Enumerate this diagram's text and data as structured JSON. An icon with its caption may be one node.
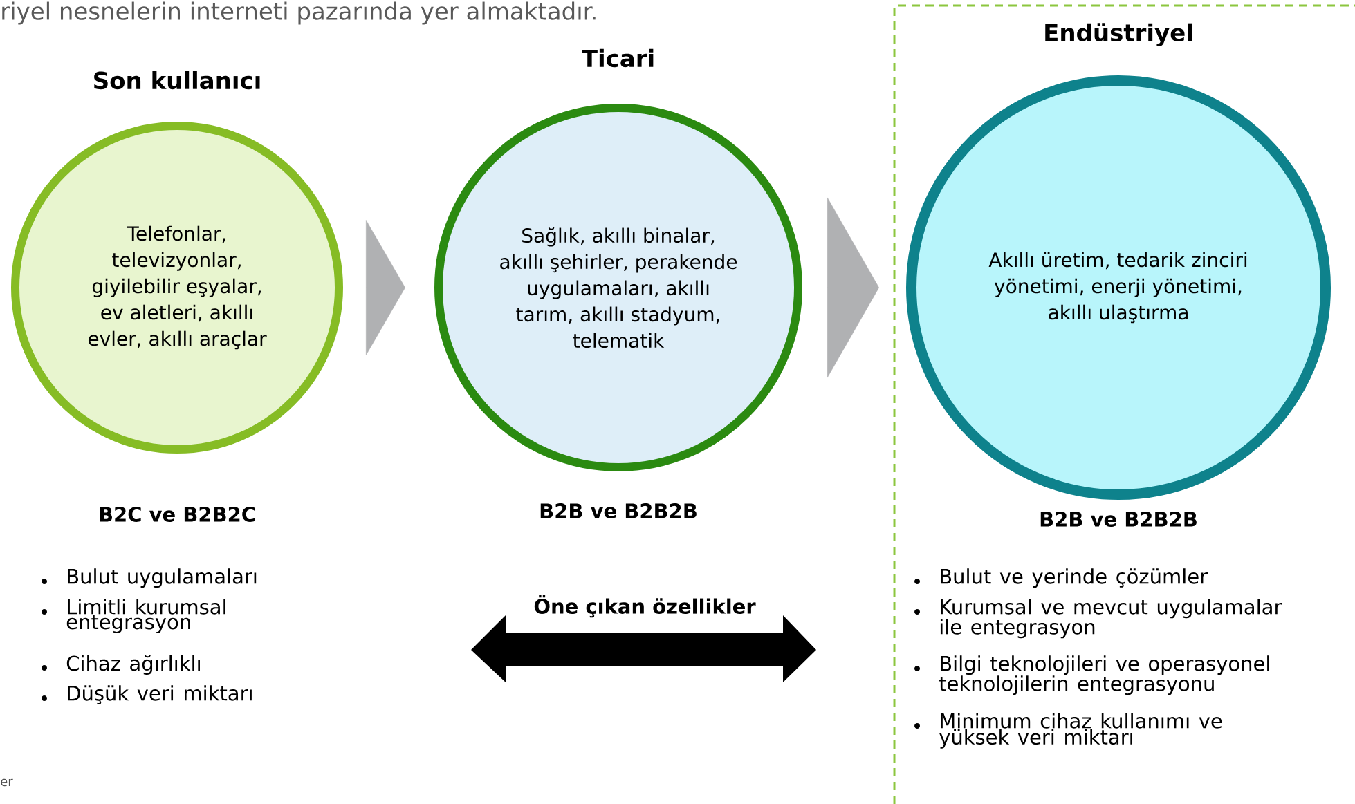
{
  "diagram": {
    "nodes": [
      {
        "text": [
          "Son kullanıcı",
          "Telefonlar, televizyonlar, giyilebilir eşyalar, ev aletleri, akıllı evler, akıllı araçlar"
        ],
        "beside": [
          "B2C ve B2B2C"
        ]
      },
      {
        "text": [
          "Ticari",
          "Sağlık, akıllı binalar, akıllı şehirler, perakende uygulamaları, akıllı tarım, akıllı stadyum, telematik"
        ],
        "beside": [
          "B2B ve B2B2B"
        ]
      },
      {
        "text": [
          "Endüstriyel",
          "Akıllı üretim, tedarik zinciri yönetimi, enerji yönetimi, akıllı ulaştırma"
        ],
        "beside": [
          "B2B ve B2B2B"
        ]
      }
    ],
    "edges": [
      {
        "from": 0,
        "to": 1,
        "arrow": "to"
      },
      {
        "from": 1,
        "to": 2,
        "arrow": "to"
      }
    ],
    "labels": [
      "riyel nesnelerin interneti pazarında yer almaktadır.",
      "Bulut uygulamaları",
      "Limitli kurumsal entegrasyon",
      "Cihaz ağırlıklı",
      "Düşük veri miktarı",
      "Öne çıkan özellikler",
      "Bulut ve yerinde çözümler",
      "Kurumsal ve mevcut uygulamalar ile entegrasyon",
      "Bilgi teknolojileri ve operasyonel teknolojilerin entegrasyonu",
      "Minimum cihaz kullanımı ve yüksek veri miktarı",
      "er"
    ]
  }
}
